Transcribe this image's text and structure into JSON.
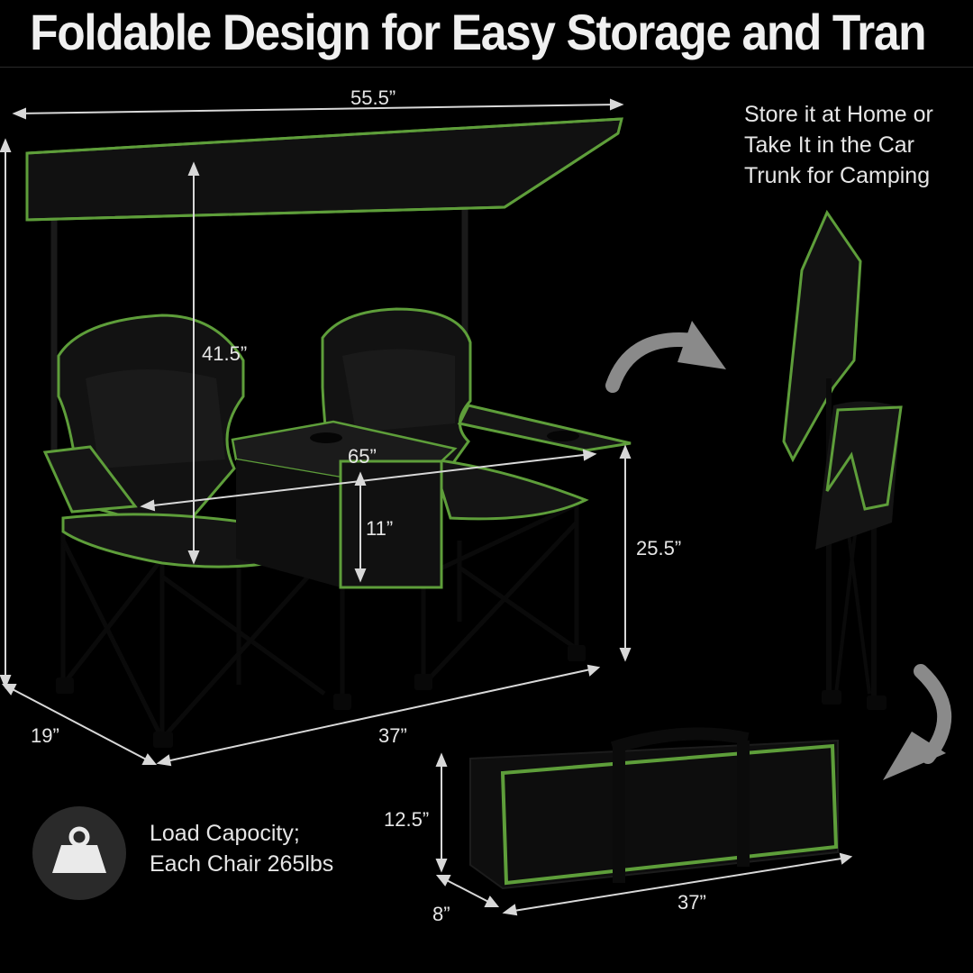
{
  "title": "Foldable Design for Easy Storage and Transportation",
  "note": {
    "line1": "Store it at Home or",
    "line2": "Take It in the Car",
    "line3": "Trunk for Camping"
  },
  "dimensions": {
    "canopy_width": "55.5”",
    "canopy_depth_height": "41.5”",
    "total_width": "65”",
    "table_height": "11”",
    "seat_height": "25.5”",
    "depth": "19”",
    "base_width": "37”",
    "bag_height": "12.5”",
    "bag_depth": "8”",
    "bag_length": "37”"
  },
  "load": {
    "line1": "Load Capocity;",
    "line2": "Each Chair 265lbs"
  },
  "colors": {
    "background": "#000000",
    "trim": "#5e9e3a",
    "fabric": "#141414",
    "frame": "#0c0c0c",
    "arrow": "#8a8a8a"
  },
  "icons": [
    "weight-icon",
    "curved-arrow-icon"
  ]
}
